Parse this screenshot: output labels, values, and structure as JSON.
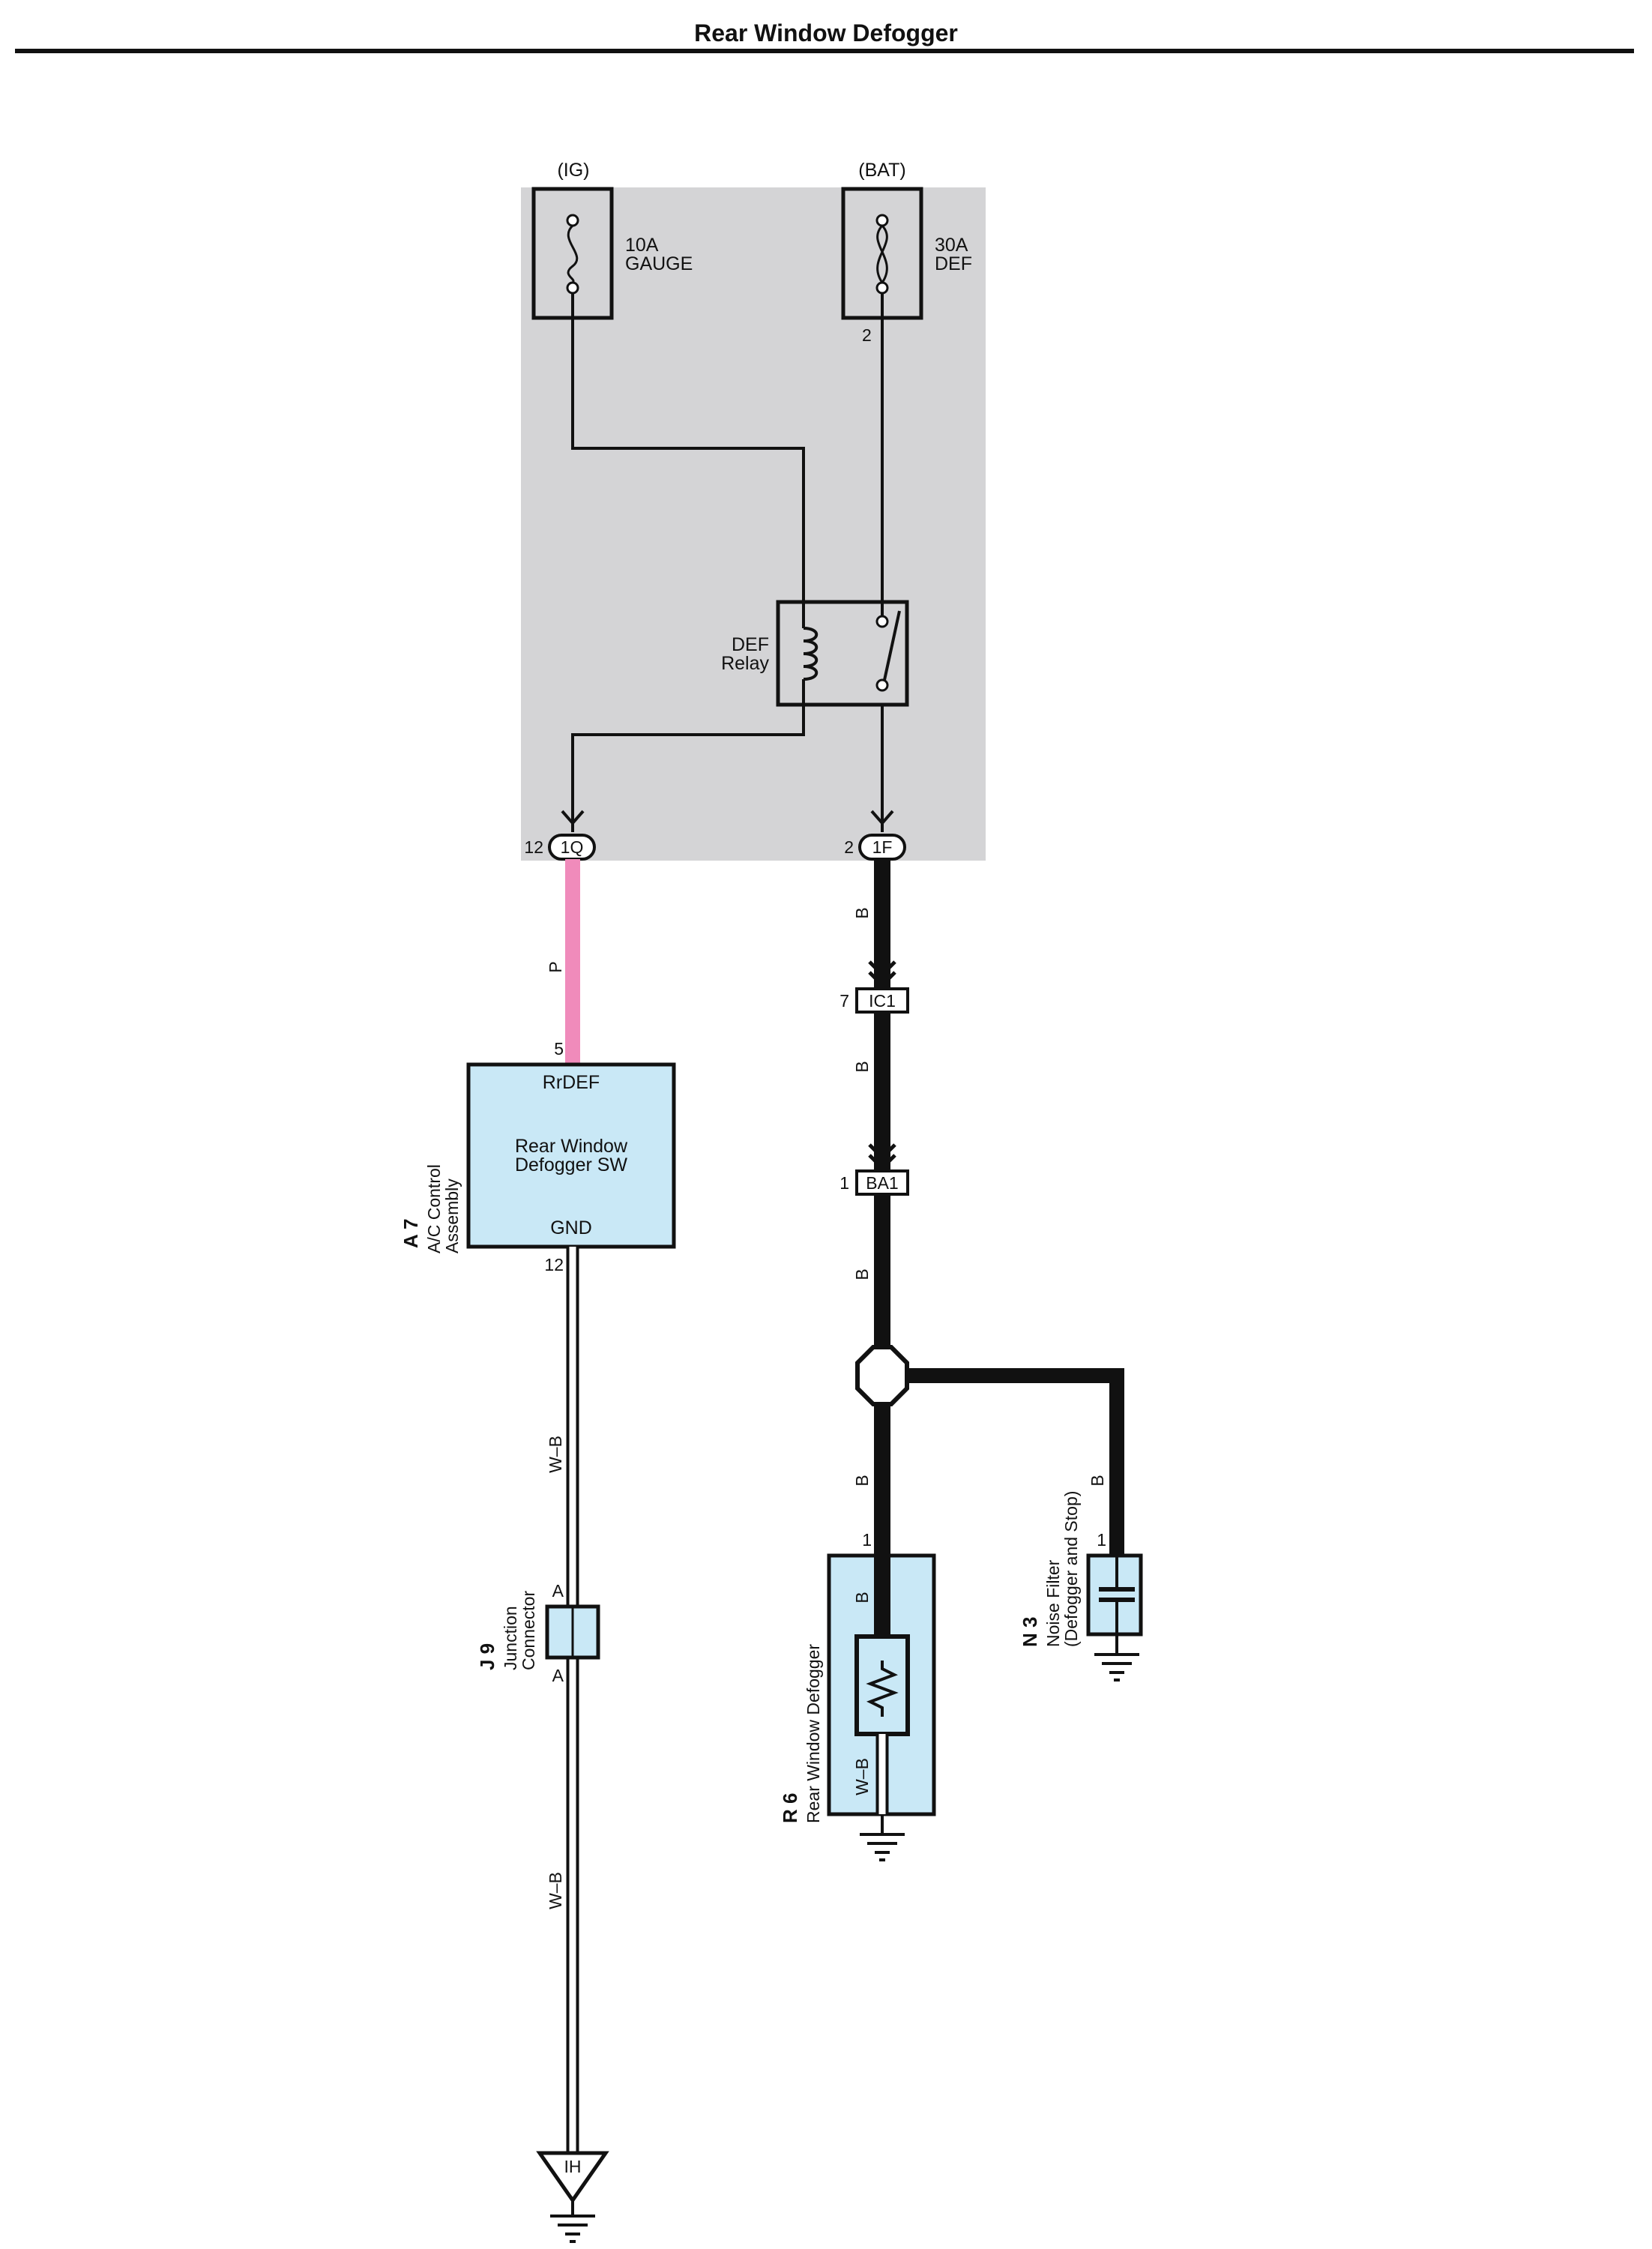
{
  "title": "Rear Window Defogger",
  "colors": {
    "junction_block_fill": "#d4d4d6",
    "component_fill": "#c9e8f6",
    "wire_pink": "#f08bbb",
    "wire_black": "#111111",
    "wire_white_black": "#ffffff"
  },
  "fuses": [
    {
      "supply": "(IG)",
      "rating": "10A",
      "name": "GAUGE"
    },
    {
      "supply": "(BAT)",
      "rating": "30A",
      "name": "DEF",
      "pin": "2"
    }
  ],
  "relay": {
    "line1": "DEF",
    "line2": "Relay"
  },
  "connectors": {
    "1Q": {
      "label": "1Q",
      "pin": "12"
    },
    "1F": {
      "label": "1F",
      "pin": "2"
    },
    "IC1": {
      "label": "IC1",
      "pin": "7"
    },
    "BA1": {
      "label": "BA1",
      "pin": "1"
    }
  },
  "wire_colors": {
    "p": "P",
    "b": "B",
    "wb": "W–B"
  },
  "ac_control": {
    "code": "A 7",
    "name_line1": "A/C Control",
    "name_line2": "Assembly",
    "top_terminal": "RrDEF",
    "top_pin": "5",
    "body_line1": "Rear Window",
    "body_line2": "Defogger SW",
    "bottom_terminal": "GND",
    "bottom_pin": "12"
  },
  "junction_connector": {
    "code": "J 9",
    "name_line1": "Junction",
    "name_line2": "Connector",
    "pin_top": "A",
    "pin_bottom": "A"
  },
  "rear_defogger": {
    "code": "R 6",
    "name": "Rear Window Defogger",
    "pin": "1"
  },
  "noise_filter": {
    "code": "N 3",
    "name_line1": "Noise Filter",
    "name_line2": "(Defogger and Stop)",
    "pin": "1"
  },
  "ground_point": {
    "label": "IH"
  }
}
